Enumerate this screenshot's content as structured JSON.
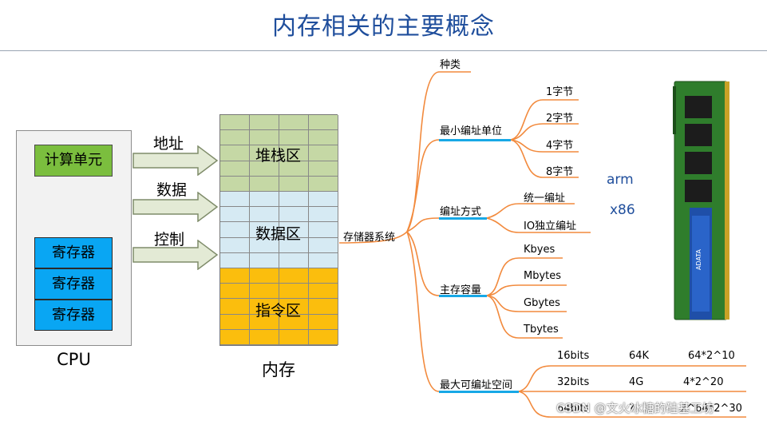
{
  "title": "内存相关的主要概念",
  "cpu": {
    "compute_unit": "计算单元",
    "registers": [
      "寄存器",
      "寄存器",
      "寄存器"
    ],
    "label": "CPU"
  },
  "arrows": [
    "地址",
    "数据",
    "控制"
  ],
  "memory": {
    "regions": [
      "堆栈区",
      "数据区",
      "指令区"
    ],
    "label": "内存"
  },
  "mindmap": {
    "root": "存储器系统",
    "kind": "种类",
    "min_unit": {
      "label": "最小编址单位",
      "items": [
        "1字节",
        "2字节",
        "4字节",
        "8字节"
      ]
    },
    "addressing": {
      "label": "编址方式",
      "items": [
        "统一编址",
        "IO独立编址"
      ]
    },
    "capacity": {
      "label": "主存容量",
      "items": [
        "Kbyes",
        "Mbytes",
        "Gbytes",
        "Tbytes"
      ]
    },
    "max_space": {
      "label": "最大可编址空间",
      "rows": [
        [
          "16bits",
          "64K",
          "64*2^10"
        ],
        [
          "32bits",
          "4G",
          "4*2^20"
        ],
        [
          "64bits",
          "?",
          "2^64*2^30"
        ]
      ]
    }
  },
  "arch_labels": [
    "arm",
    "x86"
  ],
  "watermark": "CSDN @文火冰糖的硅基工坊",
  "colors": {
    "title": "#1f4e9c",
    "accent_bar": "#17a8e6",
    "branch": "#f28a3d",
    "stack": "#c5d8a5",
    "data": "#d6eaf3",
    "code": "#fbbe0d",
    "register": "#09a6f3",
    "alu": "#7bbe3e"
  }
}
